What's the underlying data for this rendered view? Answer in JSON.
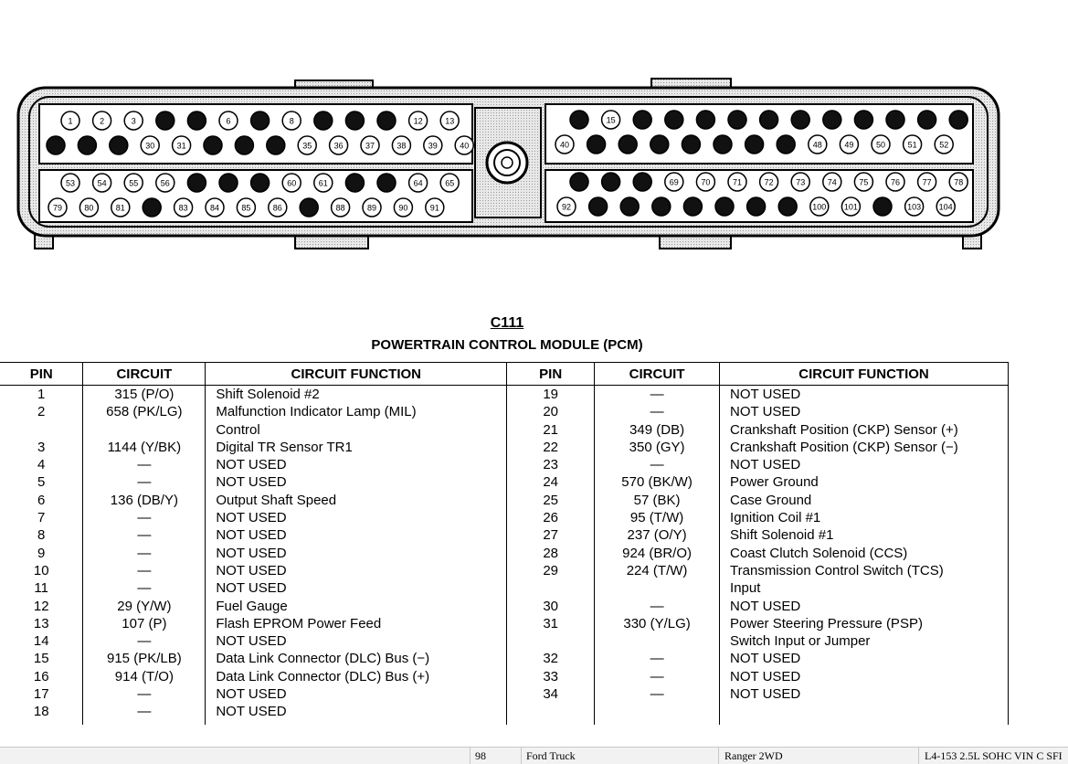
{
  "connector": {
    "title": "C111",
    "subtitle": "POWERTRAIN CONTROL MODULE (PCM)",
    "filled_pins": [
      4,
      5,
      7,
      9,
      10,
      11,
      14,
      16,
      17,
      18,
      19,
      20,
      21,
      22,
      23,
      24,
      25,
      26,
      27,
      28,
      29,
      32,
      33,
      34,
      41,
      42,
      43,
      44,
      45,
      46,
      47,
      57,
      58,
      59,
      62,
      63,
      66,
      67,
      68,
      82,
      87,
      93,
      94,
      95,
      96,
      97,
      98,
      99,
      102
    ]
  },
  "table": {
    "headers": [
      "PIN",
      "CIRCUIT",
      "CIRCUIT FUNCTION",
      "PIN",
      "CIRCUIT",
      "CIRCUIT FUNCTION"
    ],
    "rows": [
      {
        "pin_l": "1",
        "circuit_l": "315 (P/O)",
        "function_l": "Shift Solenoid #2",
        "pin_r": "19",
        "circuit_r": "—",
        "function_r": "NOT USED"
      },
      {
        "pin_l": "2",
        "circuit_l": "658 (PK/LG)",
        "function_l": "Malfunction Indicator Lamp (MIL)",
        "pin_r": "20",
        "circuit_r": "—",
        "function_r": "NOT USED"
      },
      {
        "pin_l": "",
        "circuit_l": "",
        "function_l": "Control",
        "pin_r": "21",
        "circuit_r": "349 (DB)",
        "function_r": "Crankshaft Position (CKP) Sensor (+)"
      },
      {
        "pin_l": "3",
        "circuit_l": "1144 (Y/BK)",
        "function_l": "Digital TR Sensor TR1",
        "pin_r": "22",
        "circuit_r": "350 (GY)",
        "function_r": "Crankshaft Position (CKP) Sensor (−)"
      },
      {
        "pin_l": "4",
        "circuit_l": "—",
        "function_l": "NOT USED",
        "pin_r": "23",
        "circuit_r": "—",
        "function_r": "NOT USED"
      },
      {
        "pin_l": "5",
        "circuit_l": "—",
        "function_l": "NOT USED",
        "pin_r": "24",
        "circuit_r": "570 (BK/W)",
        "function_r": "Power Ground"
      },
      {
        "pin_l": "6",
        "circuit_l": "136 (DB/Y)",
        "function_l": "Output Shaft Speed",
        "pin_r": "25",
        "circuit_r": "57 (BK)",
        "function_r": "Case Ground"
      },
      {
        "pin_l": "7",
        "circuit_l": "—",
        "function_l": "NOT USED",
        "pin_r": "26",
        "circuit_r": "95 (T/W)",
        "function_r": "Ignition Coil #1"
      },
      {
        "pin_l": "8",
        "circuit_l": "—",
        "function_l": "NOT USED",
        "pin_r": "27",
        "circuit_r": "237 (O/Y)",
        "function_r": "Shift Solenoid #1"
      },
      {
        "pin_l": "9",
        "circuit_l": "—",
        "function_l": "NOT USED",
        "pin_r": "28",
        "circuit_r": "924 (BR/O)",
        "function_r": "Coast Clutch Solenoid (CCS)"
      },
      {
        "pin_l": "10",
        "circuit_l": "—",
        "function_l": "NOT USED",
        "pin_r": "29",
        "circuit_r": "224 (T/W)",
        "function_r": "Transmission Control Switch (TCS)"
      },
      {
        "pin_l": "11",
        "circuit_l": "—",
        "function_l": "NOT USED",
        "pin_r": "",
        "circuit_r": "",
        "function_r": "Input"
      },
      {
        "pin_l": "12",
        "circuit_l": "29 (Y/W)",
        "function_l": "Fuel Gauge",
        "pin_r": "30",
        "circuit_r": "—",
        "function_r": "NOT USED"
      },
      {
        "pin_l": "13",
        "circuit_l": "107 (P)",
        "function_l": "Flash EPROM Power Feed",
        "pin_r": "31",
        "circuit_r": "330 (Y/LG)",
        "function_r": "Power Steering Pressure (PSP)"
      },
      {
        "pin_l": "14",
        "circuit_l": "—",
        "function_l": "NOT USED",
        "pin_r": "",
        "circuit_r": "",
        "function_r": "Switch Input or Jumper"
      },
      {
        "pin_l": "15",
        "circuit_l": "915 (PK/LB)",
        "function_l": "Data Link Connector (DLC) Bus (−)",
        "pin_r": "32",
        "circuit_r": "—",
        "function_r": "NOT USED"
      },
      {
        "pin_l": "16",
        "circuit_l": "914 (T/O)",
        "function_l": "Data Link Connector (DLC) Bus (+)",
        "pin_r": "33",
        "circuit_r": "—",
        "function_r": "NOT USED"
      },
      {
        "pin_l": "17",
        "circuit_l": "—",
        "function_l": "NOT USED",
        "pin_r": "34",
        "circuit_r": "—",
        "function_r": "NOT USED"
      },
      {
        "pin_l": "18",
        "circuit_l": "—",
        "function_l": "NOT USED",
        "pin_r": "",
        "circuit_r": "",
        "function_r": ""
      }
    ]
  },
  "footer": {
    "page": "98",
    "make": "Ford Truck",
    "model": "Ranger 2WD",
    "engine": "L4-153 2.5L SOHC VIN C SFI"
  }
}
